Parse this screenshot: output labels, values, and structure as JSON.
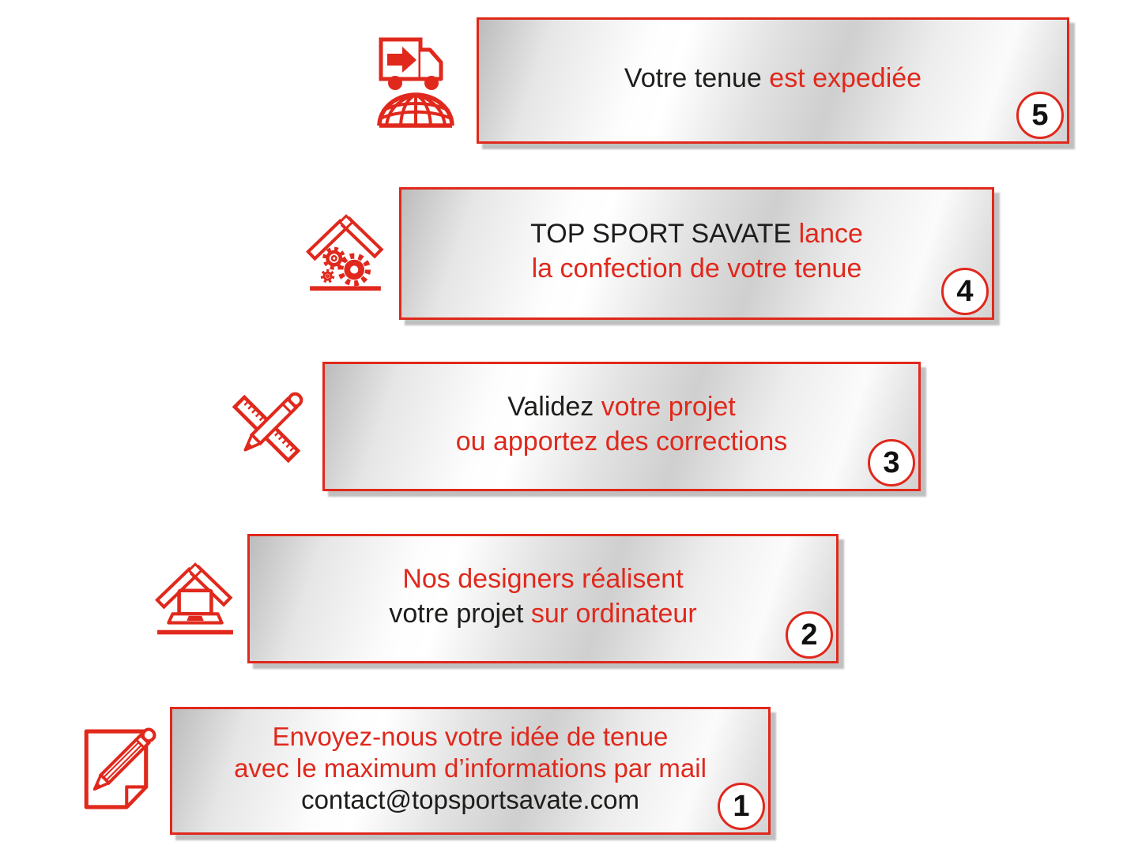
{
  "colors": {
    "accent_red": "#e0281c",
    "text_black": "#1d1d1b",
    "panel_silver_light": "#ffffff",
    "panel_silver_dark": "#bcbcbc",
    "panel_border": "#e0281c",
    "shadow_gray": "#828282",
    "circle_bg": "#ffffff",
    "number_black": "#111111"
  },
  "steps": [
    {
      "number": "1",
      "icon": "note-pencil-icon",
      "lines": [
        {
          "segments": [
            {
              "text": "Envoyez-nous votre idée de tenue",
              "color": "#e0281c"
            }
          ]
        },
        {
          "segments": [
            {
              "text": "avec le maximum d’informations par mail",
              "color": "#e0281c"
            }
          ]
        },
        {
          "segments": [
            {
              "text": "contact@topsportsavate.com",
              "color": "#1d1d1b"
            }
          ]
        }
      ]
    },
    {
      "number": "2",
      "icon": "roof-laptop-icon",
      "lines": [
        {
          "segments": [
            {
              "text": "Nos designers réalisent",
              "color": "#e0281c"
            }
          ]
        },
        {
          "segments": [
            {
              "text": "votre projet ",
              "color": "#1d1d1b"
            },
            {
              "text": "sur ordinateur",
              "color": "#e0281c"
            }
          ]
        }
      ]
    },
    {
      "number": "3",
      "icon": "pencil-ruler-icon",
      "lines": [
        {
          "segments": [
            {
              "text": "Validez ",
              "color": "#1d1d1b"
            },
            {
              "text": "votre projet",
              "color": "#e0281c"
            }
          ]
        },
        {
          "segments": [
            {
              "text": "ou apportez des corrections",
              "color": "#e0281c"
            }
          ]
        }
      ]
    },
    {
      "number": "4",
      "icon": "roof-gears-icon",
      "lines": [
        {
          "segments": [
            {
              "text": "TOP SPORT SAVATE ",
              "color": "#1d1d1b"
            },
            {
              "text": "lance",
              "color": "#e0281c"
            }
          ]
        },
        {
          "segments": [
            {
              "text": "la confection de votre tenue",
              "color": "#e0281c"
            }
          ]
        }
      ]
    },
    {
      "number": "5",
      "icon": "truck-globe-icon",
      "lines": [
        {
          "segments": [
            {
              "text": "Votre tenue ",
              "color": "#1d1d1b"
            },
            {
              "text": "est expediée",
              "color": "#e0281c"
            }
          ]
        }
      ]
    }
  ]
}
